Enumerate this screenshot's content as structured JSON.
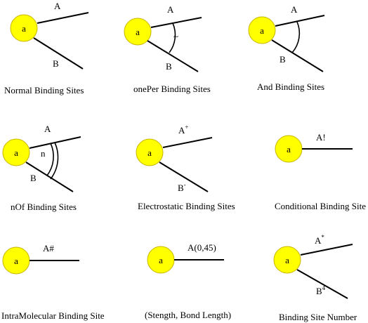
{
  "colors": {
    "agent_fill": "#FFFF00",
    "agent_stroke": "#C8B400",
    "line": "#000000",
    "background": "#FFFFFF"
  },
  "panels": [
    {
      "id": "normal",
      "caption": "Normal Binding Sites",
      "agent_label": "a",
      "sites": [
        {
          "label": "A",
          "sup": ""
        },
        {
          "label": "B",
          "sup": ""
        }
      ],
      "arc_symbol": ""
    },
    {
      "id": "oneper",
      "caption": "onePer Binding Sites",
      "agent_label": "a",
      "sites": [
        {
          "label": "A",
          "sup": ""
        },
        {
          "label": "B",
          "sup": ""
        }
      ],
      "arc_symbol": "~"
    },
    {
      "id": "and",
      "caption": "And Binding Sites",
      "agent_label": "a",
      "sites": [
        {
          "label": "A",
          "sup": ""
        },
        {
          "label": "B",
          "sup": ""
        }
      ],
      "arc_symbol": ""
    },
    {
      "id": "nof",
      "caption": "nOf Binding Sites",
      "agent_label": "a",
      "sites": [
        {
          "label": "A",
          "sup": ""
        },
        {
          "label": "B",
          "sup": ""
        }
      ],
      "arc_symbol": "n"
    },
    {
      "id": "electrostatic",
      "caption": "Electrostatic Binding Sites",
      "agent_label": "a",
      "sites": [
        {
          "label": "A",
          "sup": "+"
        },
        {
          "label": "B",
          "sup": "-"
        }
      ],
      "arc_symbol": ""
    },
    {
      "id": "conditional",
      "caption": "Conditional Binding Site",
      "agent_label": "a",
      "sites": [
        {
          "label": "A!",
          "sup": ""
        }
      ],
      "arc_symbol": ""
    },
    {
      "id": "intramolecular",
      "caption": "IntraMolecular Binding Site",
      "agent_label": "a",
      "sites": [
        {
          "label": "A#",
          "sup": ""
        }
      ],
      "arc_symbol": ""
    },
    {
      "id": "strength",
      "caption": "(Stength, Bond Length)",
      "agent_label": "a",
      "sites": [
        {
          "label": "A(0,45)",
          "sup": ""
        }
      ],
      "arc_symbol": ""
    },
    {
      "id": "number",
      "caption": "Binding Site Number",
      "agent_label": "a",
      "sites": [
        {
          "label": "A",
          "sup": "*"
        },
        {
          "label": "B",
          "sup": "4"
        }
      ],
      "arc_symbol": ""
    }
  ]
}
